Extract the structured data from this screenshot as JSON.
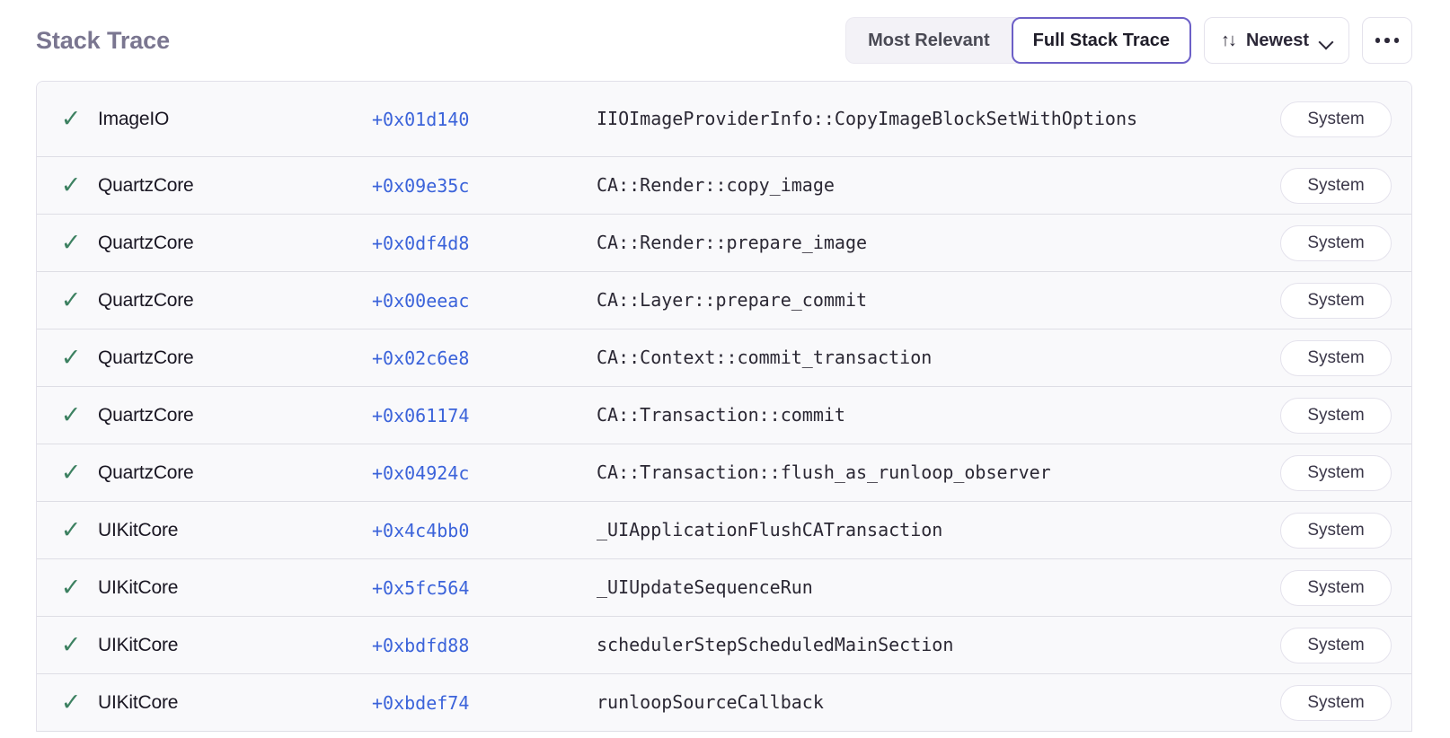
{
  "header": {
    "title": "Stack Trace",
    "segmented": {
      "options": [
        {
          "label": "Most Relevant",
          "selected": false
        },
        {
          "label": "Full Stack Trace",
          "selected": true
        }
      ]
    },
    "sort": {
      "icon": "sort-icon",
      "glyph": "↑↓",
      "label": "Newest",
      "chevron": "chevron-down-icon"
    },
    "more": {
      "label": "···",
      "icon": "ellipsis-icon"
    }
  },
  "colors": {
    "title": "#7a7690",
    "accent": "#6c5fc7",
    "offset_link": "#3b63da",
    "check": "#3d8161",
    "row_bg": "#f9f9fb",
    "row_border": "#dedee5"
  },
  "table": {
    "check_glyph": "✓",
    "rows": [
      {
        "checked": true,
        "package": "ImageIO",
        "offset": "+0x01d140",
        "function": "IIOImageProviderInfo::CopyImageBlockSetWithOptions",
        "badge": "System"
      },
      {
        "checked": true,
        "package": "QuartzCore",
        "offset": "+0x09e35c",
        "function": "CA::Render::copy_image",
        "badge": "System"
      },
      {
        "checked": true,
        "package": "QuartzCore",
        "offset": "+0x0df4d8",
        "function": "CA::Render::prepare_image",
        "badge": "System"
      },
      {
        "checked": true,
        "package": "QuartzCore",
        "offset": "+0x00eeac",
        "function": "CA::Layer::prepare_commit",
        "badge": "System"
      },
      {
        "checked": true,
        "package": "QuartzCore",
        "offset": "+0x02c6e8",
        "function": "CA::Context::commit_transaction",
        "badge": "System"
      },
      {
        "checked": true,
        "package": "QuartzCore",
        "offset": "+0x061174",
        "function": "CA::Transaction::commit",
        "badge": "System"
      },
      {
        "checked": true,
        "package": "QuartzCore",
        "offset": "+0x04924c",
        "function": "CA::Transaction::flush_as_runloop_observer",
        "badge": "System"
      },
      {
        "checked": true,
        "package": "UIKitCore",
        "offset": "+0x4c4bb0",
        "function": "_UIApplicationFlushCATransaction",
        "badge": "System"
      },
      {
        "checked": true,
        "package": "UIKitCore",
        "offset": "+0x5fc564",
        "function": "_UIUpdateSequenceRun",
        "badge": "System"
      },
      {
        "checked": true,
        "package": "UIKitCore",
        "offset": "+0xbdfd88",
        "function": "schedulerStepScheduledMainSection",
        "badge": "System"
      },
      {
        "checked": true,
        "package": "UIKitCore",
        "offset": "+0xbdef74",
        "function": "runloopSourceCallback",
        "badge": "System"
      }
    ]
  }
}
